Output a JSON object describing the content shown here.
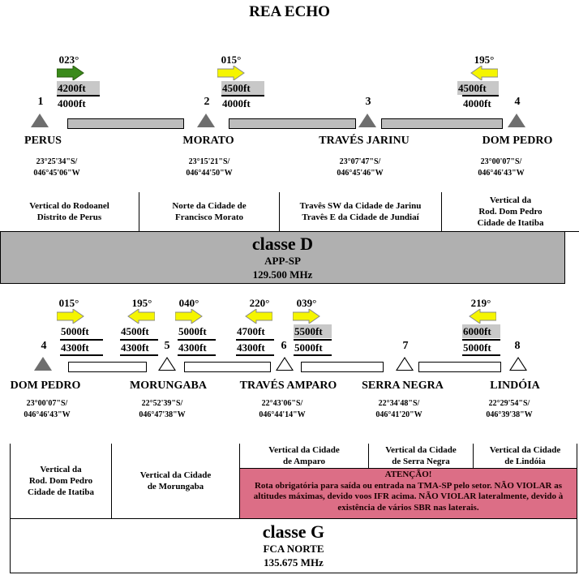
{
  "title": "REA ECHO",
  "colors": {
    "grey_band": "#b0b0b0",
    "alert_band": "#dc6e86",
    "green_arrow": "#3a8a1a",
    "yellow_arrow": "#f5f500",
    "grey_segment": "#bdbdbd"
  },
  "upper": {
    "points": [
      {
        "num": "1",
        "name": "PERUS",
        "lat": "23°25'34\"S/",
        "lon": "046°45'06\"W"
      },
      {
        "num": "2",
        "name": "MORATO",
        "lat": "23°15'21\"S/",
        "lon": "046°44'50\"W"
      },
      {
        "num": "3",
        "name": "TRAVÉS JARINU",
        "lat": "23°07'47\"S/",
        "lon": "046°45'46\"W"
      },
      {
        "num": "4",
        "name": "DOM PEDRO",
        "lat": "23°00'07\"S/",
        "lon": "046°46'43\"W"
      }
    ],
    "legs": [
      {
        "heading": "023°",
        "arrow": "green-right-arrow",
        "alt_top": "4200ft",
        "alt_bottom": "4000ft"
      },
      {
        "heading": "015°",
        "arrow": "yellow-right-arrow",
        "alt_top": "4500ft",
        "alt_bottom": "4000ft"
      },
      {
        "heading": "195°",
        "arrow": "yellow-left-arrow",
        "alt_top": "4500ft",
        "alt_bottom": "4000ft"
      }
    ],
    "descriptions": [
      "Vertical do Rodoanel\nDistrito de Perus",
      "Norte da Cidade de\nFrancisco Morato",
      "Travês SW da Cidade de Jarinu\nTravês E da Cidade de Jundiaí",
      "Vertical da\nRod. Dom Pedro\nCidade de Itatiba"
    ]
  },
  "class_d": {
    "label": "classe D",
    "unit": "APP-SP",
    "freq": "129.500 MHz"
  },
  "lower": {
    "points": [
      {
        "num": "4",
        "name": "DOM PEDRO",
        "lat": "23°00'07\"S/",
        "lon": "046°46'43\"W"
      },
      {
        "num": "5",
        "name": "MORUNGABA",
        "lat": "22°52'39\"S/",
        "lon": "046°47'38\"W"
      },
      {
        "num": "6",
        "name": "TRAVÉS AMPARO",
        "lat": "22°43'06\"S/",
        "lon": "046°44'14\"W"
      },
      {
        "num": "7",
        "name": "SERRA NEGRA",
        "lat": "22°34'48\"S/",
        "lon": "046°41'20\"W"
      },
      {
        "num": "8",
        "name": "LINDÓIA",
        "lat": "22°29'54\"S/",
        "lon": "046°39'38\"W"
      }
    ],
    "legs": [
      {
        "heading": "015°",
        "arrow": "yellow-right-arrow",
        "alt_top": "5000ft",
        "alt_bottom": "4300ft"
      },
      {
        "heading": "195°",
        "arrow": "yellow-left-arrow",
        "alt_top": "4500ft",
        "alt_bottom": "4300ft"
      },
      {
        "heading": "040°",
        "arrow": "yellow-right-arrow",
        "alt_top": "5000ft",
        "alt_bottom": "4300ft"
      },
      {
        "heading": "220°",
        "arrow": "yellow-left-arrow",
        "alt_top": "4700ft",
        "alt_bottom": "4300ft"
      },
      {
        "heading": "039°",
        "arrow": "yellow-right-arrow",
        "alt_top": "5500ft",
        "alt_bottom": "5000ft"
      },
      {
        "heading": "219°",
        "arrow": "yellow-left-arrow",
        "alt_top": "6000ft",
        "alt_bottom": "5000ft"
      }
    ],
    "descriptions": [
      "Vertical da\nRod. Dom Pedro\nCidade de Itatiba",
      "Vertical da Cidade\nde Morungaba",
      "Vertical da Cidade\nde Amparo",
      "Vertical da Cidade\nde Serra Negra",
      "Vertical da Cidade\nde Lindóia"
    ],
    "alert_title": "ATENÇÃO!",
    "alert_text": "Rota obrigatória para saída ou entrada na TMA-SP pelo setor. NÃO VIOLAR as altitudes máximas, devido voos IFR acima. NÃO VIOLAR lateralmente, devido à existência de vários SBR nas laterais."
  },
  "class_g": {
    "label": "classe G",
    "unit": "FCA NORTE",
    "freq": "135.675 MHz"
  }
}
